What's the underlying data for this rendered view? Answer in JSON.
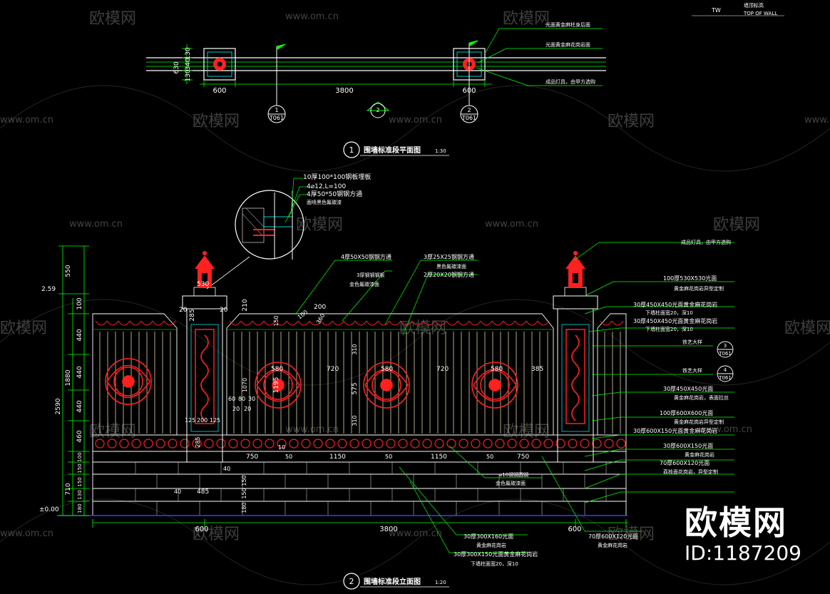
{
  "titles": {
    "plan_title": "围墙标准段平面图",
    "plan_scale": "1:30",
    "plan_num": "1",
    "elev_title": "围墙标准段立面图",
    "elev_scale": "1:20",
    "elev_num": "2"
  },
  "plan": {
    "dim_total": "3800",
    "dim_left": "600",
    "dim_right": "600",
    "vdims": [
      "630",
      "130",
      "340",
      "130"
    ],
    "sections": [
      {
        "num": "1",
        "ref": "T061"
      },
      {
        "num": "2",
        "ref": ""
      },
      {
        "num": "2",
        "ref": "T061"
      }
    ],
    "labels": [
      "光面黄金麻柱身后面",
      "光面黄金麻花岗岩面",
      "成品灯具，由甲方选购"
    ]
  },
  "topwall": {
    "tw": "TW",
    "text1": "墙顶标高",
    "text2": "TOP OF WALL"
  },
  "detail": {
    "labels": [
      "10厚100*100钢板埋板",
      "4⌀12,L=100",
      "4厚50*50钢钢方通",
      "面喷黑色氟碳漆"
    ]
  },
  "elev": {
    "left_dims": [
      "550",
      "2.59",
      "100",
      "440",
      "440",
      "440",
      "460",
      "100",
      "150",
      "150",
      "130",
      "180"
    ],
    "group_dims": [
      "1880",
      "2590",
      "710"
    ],
    "zero": "±0.00",
    "top_labels": [
      "4厚50X50钢钢方通",
      "3厚钢钢钢板",
      "金色氟碳漆面",
      "3厚25X25钢钢方通",
      "2厚20X20钢钢方通",
      "黑色氟碳漆面"
    ],
    "inner_dims": [
      "530",
      "285",
      "20",
      "20",
      "210",
      "200",
      "150",
      "100",
      "360",
      "310",
      "580",
      "720",
      "580",
      "720",
      "580",
      "385",
      "1195",
      "575",
      "310",
      "1070",
      "60",
      "80",
      "30",
      "20",
      "20",
      "125",
      "200",
      "125",
      "285",
      "750",
      "50",
      "1150",
      "50",
      "1150",
      "50",
      "750",
      "10",
      "485",
      "40",
      "40",
      "180",
      "150",
      "150"
    ],
    "bottom_dims": [
      "600",
      "3800",
      "600"
    ],
    "bottom_labels": [
      "30厚300X160光面",
      "黄金麻花岗岩",
      "30厚300X150光面黄金麻花岗岩",
      "下墙柱面宽20，深10",
      "70厚600X120光面",
      "黄金麻花岗岩",
      "⌀10钢钢圆钢",
      "金色氟碳漆面"
    ],
    "right_labels": [
      "成品灯具，由甲方选购",
      "100厚530X530光面",
      "黄金麻花岗岩异型定制",
      "30厚450X450光面黄金麻花岗岩",
      "下墙柱面宽20，深10",
      "30厚450X450光面黄金麻花岗岩",
      "下墙柱面宽20，深10",
      "3",
      "T061",
      "4",
      "T061",
      "铁艺大样",
      "铁艺大样",
      "30厚450X450光面",
      "黄金麻花岗岩，表面拉丝",
      "100厚600X600光面",
      "黄金麻花岗岩异型定制",
      "30厚600X150光面黄金麻花岗岩",
      "30厚600X150光面",
      "黄金麻花岗岩",
      "70厚600X120光面",
      "荔枝面花岗岩，异型定制"
    ]
  },
  "watermarks": {
    "brand_cn": "欧模网",
    "url": "www.om.cn"
  },
  "brand": {
    "name": "欧模网",
    "id": "ID:1187209"
  },
  "colors": {
    "bg": "#000000",
    "green": "#00ff00",
    "red": "#ff2020",
    "yellow": "#ffff00",
    "white": "#ffffff",
    "cyan": "#00ffff",
    "magenta": "#ff00ff",
    "blue": "#0000ff"
  }
}
